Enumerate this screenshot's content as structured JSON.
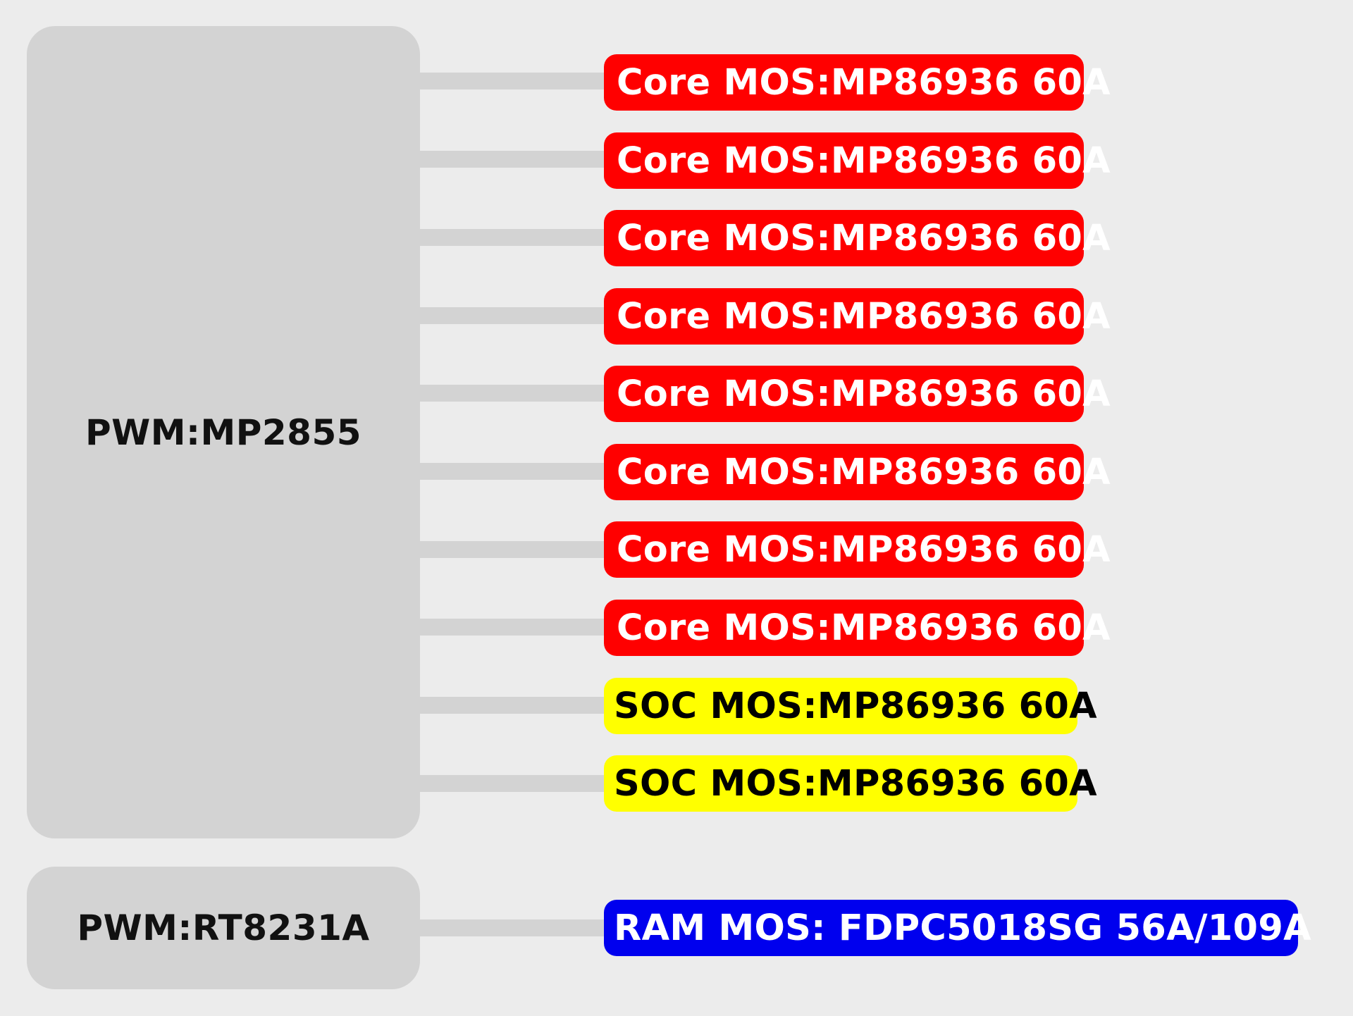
{
  "pwm_main": {
    "label": "PWM:MP2855"
  },
  "pwm_ram": {
    "label": "PWM:RT8231A"
  },
  "phases": [
    {
      "label": "Core MOS:MP86936 60A",
      "type": "core",
      "color": "#ff0000"
    },
    {
      "label": "Core MOS:MP86936 60A",
      "type": "core",
      "color": "#ff0000"
    },
    {
      "label": "Core MOS:MP86936 60A",
      "type": "core",
      "color": "#ff0000"
    },
    {
      "label": "Core MOS:MP86936 60A",
      "type": "core",
      "color": "#ff0000"
    },
    {
      "label": "Core MOS:MP86936 60A",
      "type": "core",
      "color": "#ff0000"
    },
    {
      "label": "Core MOS:MP86936 60A",
      "type": "core",
      "color": "#ff0000"
    },
    {
      "label": "Core MOS:MP86936 60A",
      "type": "core",
      "color": "#ff0000"
    },
    {
      "label": "Core MOS:MP86936 60A",
      "type": "core",
      "color": "#ff0000"
    },
    {
      "label": "SOC MOS:MP86936 60A",
      "type": "soc",
      "color": "#ffff00"
    },
    {
      "label": "SOC MOS:MP86936 60A",
      "type": "soc",
      "color": "#ffff00"
    }
  ],
  "ram_phase": {
    "label": "RAM MOS:  FDPC5018SG 56A/109A",
    "color": "#0000ee"
  }
}
